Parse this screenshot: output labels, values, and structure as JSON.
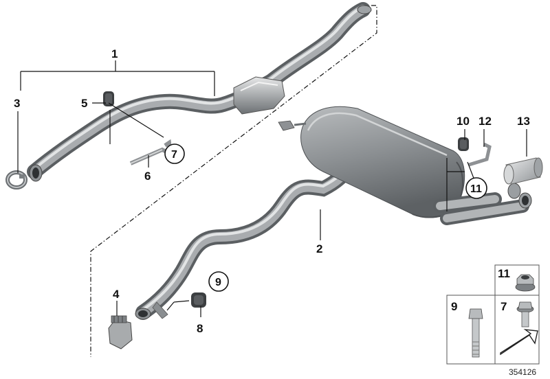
{
  "diagram": {
    "reference_number": "354126",
    "callouts": {
      "c1": "1",
      "c2": "2",
      "c3": "3",
      "c4": "4",
      "c5": "5",
      "c6": "6",
      "c7": "7",
      "c8": "8",
      "c9": "9",
      "c10": "10",
      "c11": "11",
      "c12": "12",
      "c13": "13"
    },
    "inset": {
      "label_11": "11",
      "label_9": "9",
      "label_7": "7"
    }
  },
  "colors": {
    "pipe_dark": "#6e7276",
    "pipe_light": "#c9ccce",
    "muffler_dark": "#74787b",
    "muffler_light": "#b8bbbd"
  }
}
